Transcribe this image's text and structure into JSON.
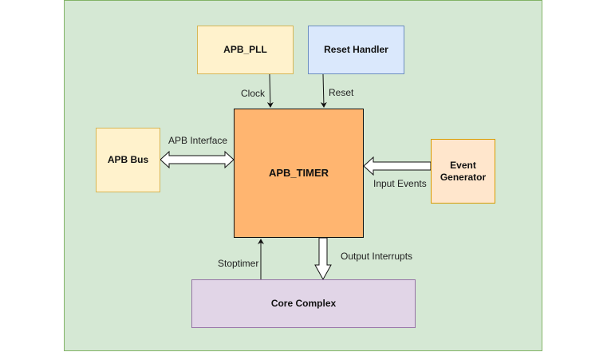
{
  "diagram": {
    "nodes": {
      "apb_pll": "APB_PLL",
      "reset_handler": "Reset Handler",
      "apb_bus": "APB Bus",
      "apb_timer": "APB_TIMER",
      "event_generator": "Event Generator",
      "core_complex": "Core Complex"
    },
    "edges": {
      "clock": "Clock",
      "reset": "Reset",
      "apb_interface": "APB Interface",
      "input_events": "Input Events",
      "stoptimer": "Stoptimer",
      "output_interrupts": "Output Interrupts"
    },
    "colors": {
      "background": "#d5e8d4",
      "timer": "#ffb570",
      "pll": "#fff2cc",
      "reset": "#dae8fc",
      "event": "#ffe6cc",
      "core": "#e1d5e7"
    }
  }
}
